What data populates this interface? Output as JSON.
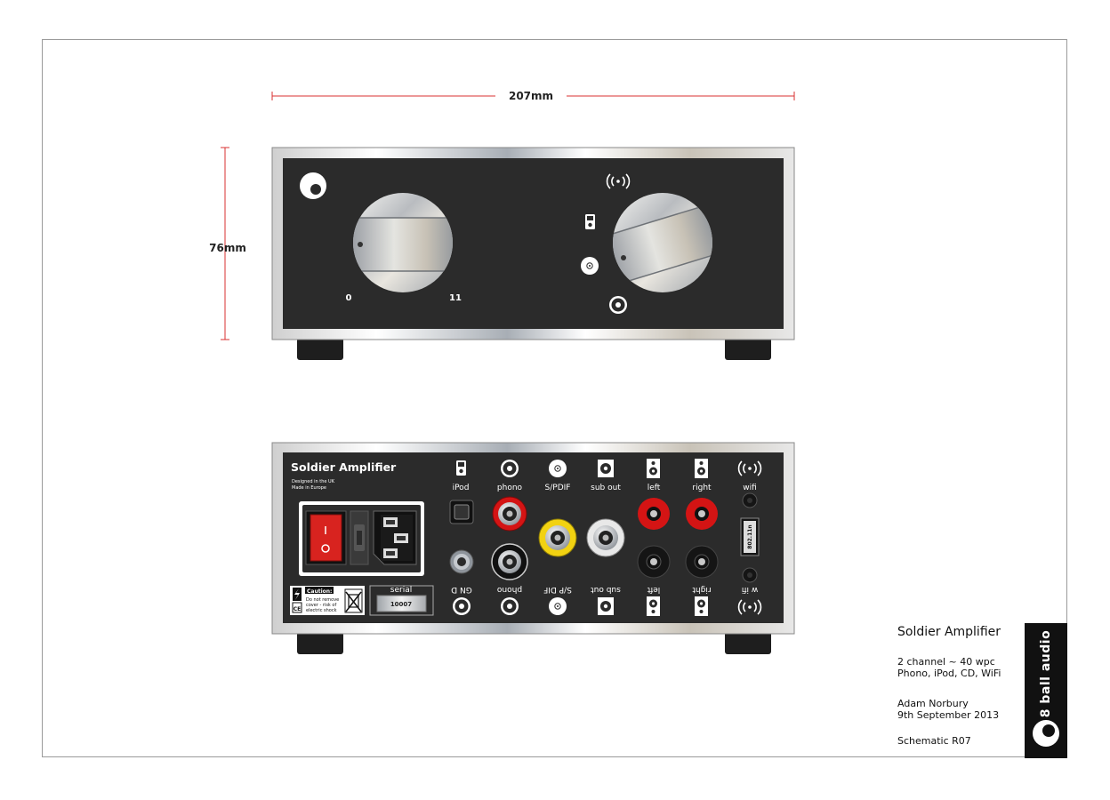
{
  "dimensions": {
    "width": "207mm",
    "height": "76mm"
  },
  "front_panel": {
    "volume_min": "0",
    "volume_max": "11"
  },
  "rear_panel": {
    "product_name": "Soldier Amplifier",
    "designed_line1": "Designed in the UK",
    "designed_line2": "Made in Europe",
    "caution_title": "Caution:",
    "caution_line1": "Do not remove",
    "caution_line2": "cover - risk of",
    "caution_line3": "electric shock",
    "ce_mark": "CE",
    "serial_label": "serial",
    "serial_value": "10007",
    "wifi_module": "802.11n",
    "labels": {
      "ipod": "iPod",
      "phono": "phono",
      "spdif": "S/PDIF",
      "sub_out": "sub out",
      "left": "left",
      "right": "right",
      "wifi": "wifi",
      "gnd_flipped": "GN D",
      "phono_flipped": "phono",
      "spdif_flipped": "S/P DIF",
      "sub_out_flipped": "sub out",
      "left_flipped": "left",
      "right_flipped": "right",
      "wifi_flipped": "w ifi"
    }
  },
  "title_block": {
    "title": "Soldier Amplifier",
    "spec1": "2 channel ~ 40 wpc",
    "spec2": "Phono, iPod, CD, WiFi",
    "author": "Adam Norbury",
    "date": "9th September 2013",
    "revision": "Schematic R07",
    "brand": "8 ball audio"
  },
  "colors": {
    "panel": "#2b2b2b",
    "dimension_line": "#d93030",
    "rca_red": "#d41414",
    "rca_yellow": "#f2d211",
    "switch_red": "#d8231f"
  },
  "icons": [
    "wifi-icon",
    "ipod-icon",
    "cd-icon",
    "record-icon",
    "speaker-icon",
    "logo-8ball-icon"
  ]
}
